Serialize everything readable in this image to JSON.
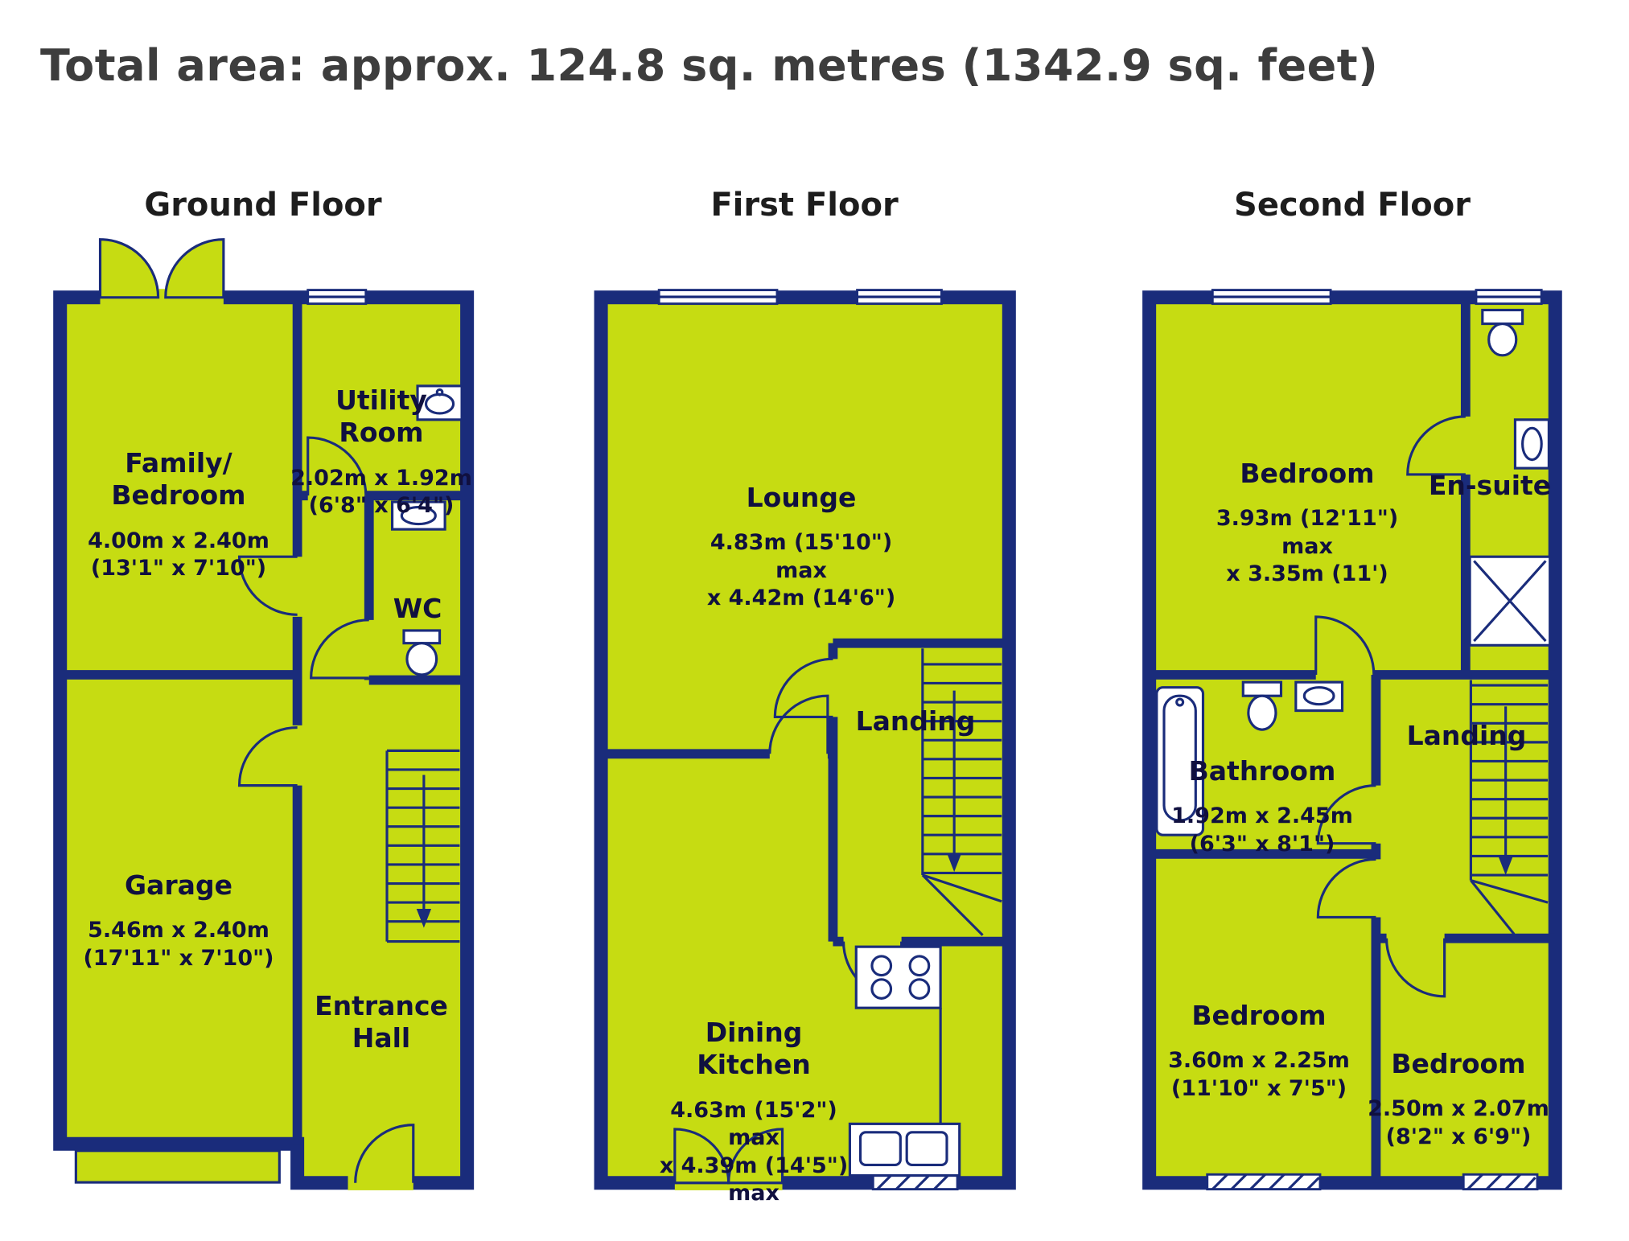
{
  "title": "Total area: approx. 124.8 sq. metres (1342.9 sq. feet)",
  "colors": {
    "wall": "#1a2c7b",
    "room_fill": "#c6dc12",
    "label_text": "#10103f",
    "title_text": "#3d3d3d"
  },
  "floors": [
    {
      "heading": "Ground Floor",
      "rooms": {
        "family_bedroom": {
          "name": "Family/\nBedroom",
          "dims": "4.00m x 2.40m\n(13'1\" x 7'10\")"
        },
        "utility": {
          "name": "Utility\nRoom",
          "dims": "2.02m x 1.92m\n(6'8\" x 6'4\")"
        },
        "wc": {
          "name": "WC"
        },
        "garage": {
          "name": "Garage",
          "dims": "5.46m x 2.40m\n(17'11\" x 7'10\")"
        },
        "entrance_hall": {
          "name": "Entrance\nHall"
        }
      }
    },
    {
      "heading": "First Floor",
      "rooms": {
        "lounge": {
          "name": "Lounge",
          "dims": "4.83m (15'10\") max\nx 4.42m (14'6\")"
        },
        "landing": {
          "name": "Landing"
        },
        "dining_kitchen": {
          "name": "Dining\nKitchen",
          "dims": "4.63m (15'2\") max\nx 4.39m (14'5\") max"
        }
      }
    },
    {
      "heading": "Second Floor",
      "rooms": {
        "bedroom1": {
          "name": "Bedroom",
          "dims": "3.93m (12'11\") max\nx 3.35m (11')"
        },
        "ensuite": {
          "name": "En-suite"
        },
        "bathroom": {
          "name": "Bathroom",
          "dims": "1.92m x 2.45m\n(6'3\" x 8'1\")"
        },
        "landing": {
          "name": "Landing"
        },
        "bedroom2": {
          "name": "Bedroom",
          "dims": "3.60m x 2.25m\n(11'10\" x 7'5\")"
        },
        "bedroom3": {
          "name": "Bedroom",
          "dims": "2.50m x 2.07m\n(8'2\" x 6'9\")"
        }
      }
    }
  ]
}
